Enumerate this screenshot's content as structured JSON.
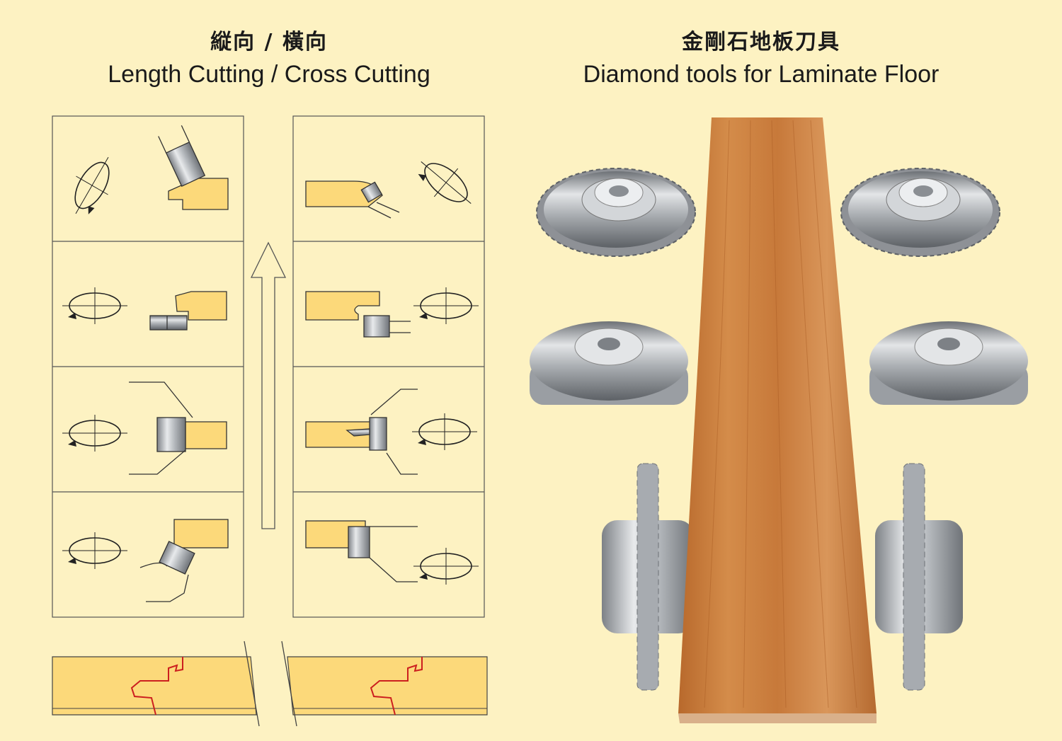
{
  "left": {
    "title_zh": "縦向 / 橫向",
    "title_en": "Length Cutting / Cross Cutting"
  },
  "right": {
    "title_zh": "金剛石地板刀具",
    "title_en": "Diamond tools for Laminate Floor"
  },
  "colors": {
    "background": "#fdf2c2",
    "board": "#fcd97a",
    "tool": "#b9bcbf",
    "profile_line": "#cc1f1f",
    "wood": "#c97a3a"
  },
  "icons": [
    "rotation-ellipse-icon",
    "up-arrow-icon",
    "saw-blade-icon",
    "profile-cutter-icon"
  ]
}
